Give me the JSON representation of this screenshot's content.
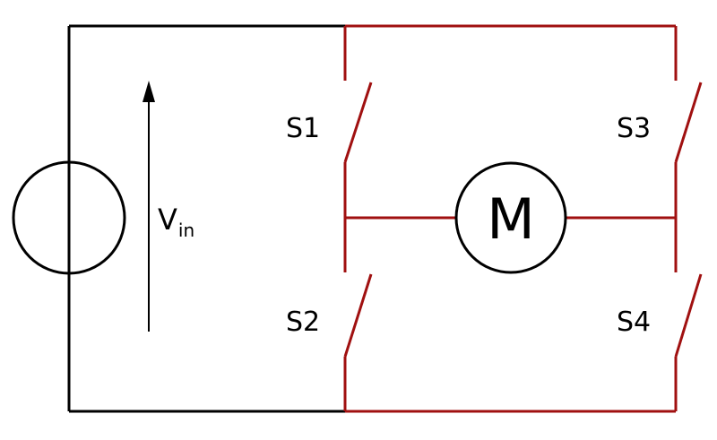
{
  "diagram": {
    "source": {
      "label_main": "V",
      "label_sub": "in"
    },
    "motor": {
      "label": "M"
    },
    "switches": [
      {
        "id": "s1",
        "label": "S1"
      },
      {
        "id": "s2",
        "label": "S2"
      },
      {
        "id": "s3",
        "label": "S3"
      },
      {
        "id": "s4",
        "label": "S4"
      }
    ],
    "colors": {
      "source_wiring": "#000000",
      "bridge_wiring": "#a01010"
    }
  }
}
